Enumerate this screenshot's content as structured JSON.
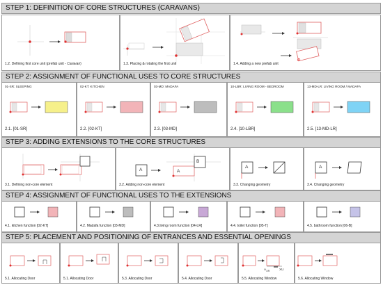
{
  "steps": [
    {
      "title": "STEP 1: DEFINITION OF CORE STRUCTURES (CARAVANS)",
      "captions": [
        "1.2. Defining first core unit (prefab unit - ",
        "Caravan",
        ")",
        "1.3. Placing & rotating the first unit",
        "1.4. Adding a new prefab unit"
      ]
    },
    {
      "title": "STEP 2: ASSIGNMENT OF FUNCTIONAL USES TO CORE STRUCTURES",
      "tops": [
        "01-SR: SLEEPING",
        "02-KT: KITCHEN",
        "03-MD: MADAFA",
        "10-LBR: LIVING ROOM - BEDROOM",
        "13-MD-LR: LIVING ROOM / MADAFA"
      ],
      "captions": [
        "2.1. [01-SR]",
        "2.2. [02-KT]",
        "2.3. [03-MD]",
        "2.4. [10-LBR]",
        "2.5. [13-MD-LR]"
      ]
    },
    {
      "title": "STEP 3: ADDING EXTENSIONS TO THE CORE STRUCTURES",
      "captions": [
        "3.1. Defining non-core element",
        "3.2. Adding non-core element",
        "3.3. Changing geometry",
        "3.4. Changing geometry"
      ]
    },
    {
      "title": "STEP 4: ASSIGNMENT OF FUNCTIONAL USES TO THE EXTENSIONS",
      "captions": [
        "4.1. kitchen function [02-KT]",
        "4.2. Madafa function [03-MD]",
        "4.3.living room function [04-LR]",
        "4.4. toilet function [05-T]",
        "4.5. bathroom function [06-B]"
      ]
    },
    {
      "title": "STEP 5: PLACEMENT AND POSITIONING OF ENTRANCES AND ESSENTIAL OPENINGS",
      "captions": [
        "5.1. Allocating Door",
        "5.1. Allocating Door",
        "5.3. Allocating Door",
        "5.4. Allocating Door",
        "5.5. Allocating Window",
        "5.6. Allocating Window"
      ]
    }
  ],
  "labels": {
    "a": "A",
    "ab": "A",
    "b": "B",
    "axr": "A",
    "xr": "XR",
    "xu": "XU"
  },
  "colors": {
    "accent": "#e03030",
    "header_bg": "#d4d4d4",
    "kitchen": "#f2b4b8",
    "madafa": "#bdbdbd",
    "sleeping": "#f6f08a",
    "living": "#8be08b",
    "living_madafa": "#7fd3f5",
    "lr_ext": "#c8a8d6",
    "bath_ext": "#c5c3e8"
  }
}
